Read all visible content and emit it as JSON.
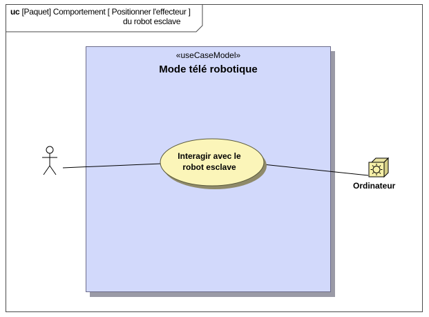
{
  "frame": {
    "keyword": "uc",
    "title_line1": "[Paquet] Comportement [ Positionner l'effecteur ]",
    "title_line2": "du robot esclave"
  },
  "subject": {
    "stereotype": "«useCaseModel»",
    "name": "Mode télé robotique"
  },
  "usecase": {
    "line1": "Interagir avec le",
    "line2": "robot esclave"
  },
  "actors": [
    {
      "name": "",
      "icon": "stick-figure-icon"
    },
    {
      "name": "Ordinateur",
      "icon": "computer-node-icon"
    }
  ],
  "colors": {
    "subject_fill": "#d2d9fb",
    "usecase_fill": "#fbf5b9",
    "node_fill": "#f6f0a8",
    "line": "#000000"
  }
}
